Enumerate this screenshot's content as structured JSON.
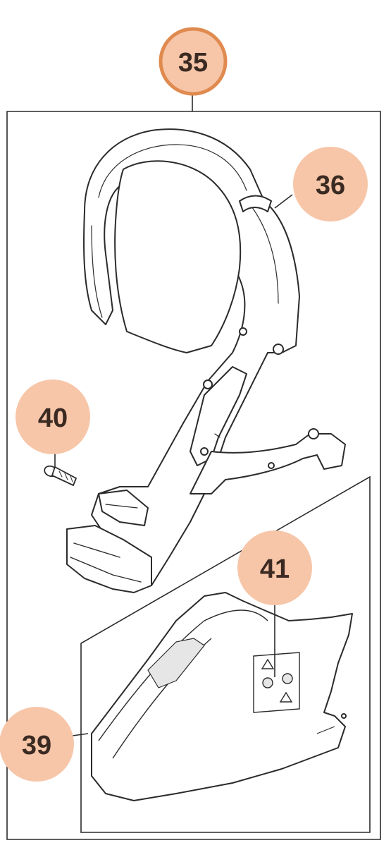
{
  "callouts": [
    {
      "id": "35",
      "label": "35",
      "style": "outlined"
    },
    {
      "id": "36",
      "label": "36",
      "style": "filled"
    },
    {
      "id": "40",
      "label": "40",
      "style": "filled"
    },
    {
      "id": "41",
      "label": "41",
      "style": "filled"
    },
    {
      "id": "39",
      "label": "39",
      "style": "filled"
    }
  ],
  "colors": {
    "callout_fill": "#f7c6a9",
    "callout_ring": "#e08a4f",
    "callout_text": "#3a2a22",
    "line": "#2b2b2b",
    "part_fill": "#ffffff",
    "part_shade": "#e6e6e6"
  },
  "parts": [
    {
      "id": "handlebar",
      "name": "handlebar-assembly"
    },
    {
      "id": "screw",
      "name": "screw"
    },
    {
      "id": "handguard",
      "name": "hand-guard"
    },
    {
      "id": "warning-label",
      "name": "warning-label"
    }
  ]
}
